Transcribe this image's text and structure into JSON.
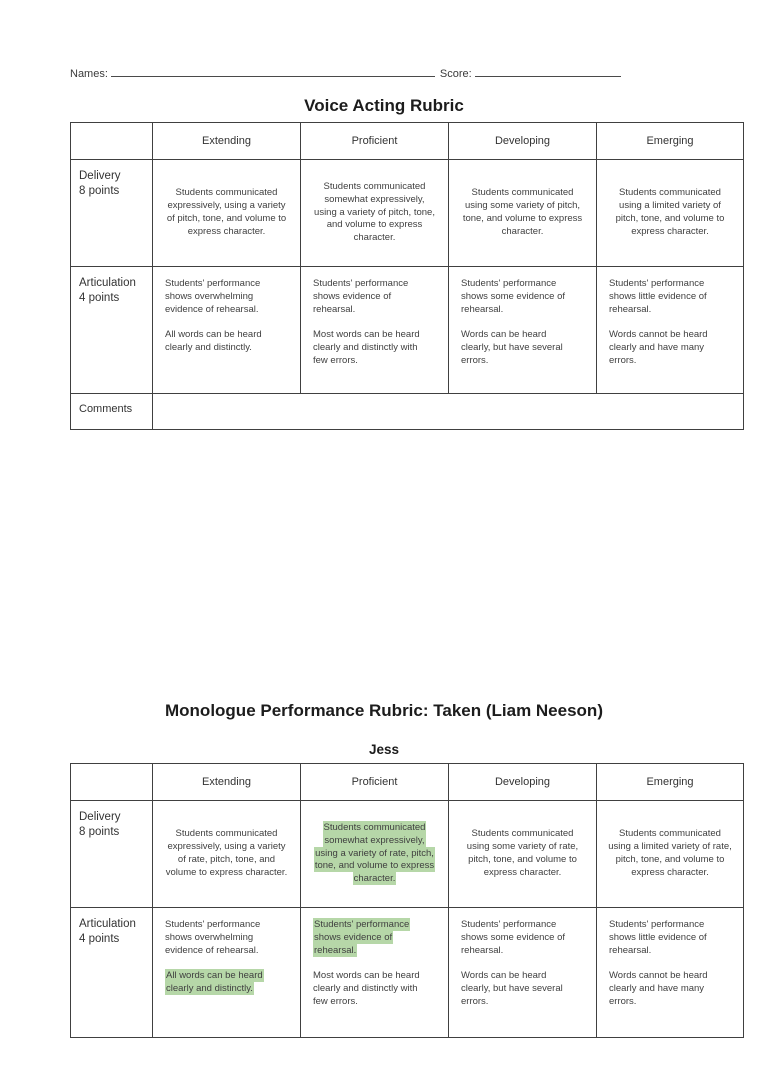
{
  "meta": {
    "names_label": "Names:",
    "score_label": "Score:"
  },
  "colors": {
    "highlight": "#b6d7a8",
    "border": "#404040",
    "text": "#3f3f3f"
  },
  "voice_rubric": {
    "title": "Voice Acting Rubric",
    "columns": [
      "Extending",
      "Proficient",
      "Developing",
      "Emerging"
    ],
    "delivery": {
      "label": "Delivery\n8 points",
      "cells": [
        [
          {
            "text": "Students communicated expressively, using a variety of pitch, tone, and volume to express character."
          }
        ],
        [
          {
            "text": "Students communicated somewhat expressively, using a variety of pitch, tone, and volume to express character."
          }
        ],
        [
          {
            "text": "Students communicated using some variety of pitch, tone, and volume to express character."
          }
        ],
        [
          {
            "text": "Students communicated using a limited variety of pitch, tone, and volume to express character."
          }
        ]
      ]
    },
    "articulation": {
      "label": "Articulation\n4 points",
      "cells": [
        [
          {
            "text": "Students' performance shows overwhelming evidence of rehearsal."
          },
          {
            "text": "All words can be heard clearly and distinctly."
          }
        ],
        [
          {
            "text": "Students' performance shows evidence of rehearsal."
          },
          {
            "text": "Most words can be heard clearly and distinctly with few errors."
          }
        ],
        [
          {
            "text": "Students' performance shows some evidence of rehearsal."
          },
          {
            "text": "Words can be heard clearly, but have several errors."
          }
        ],
        [
          {
            "text": "Students' performance shows little evidence of rehearsal."
          },
          {
            "text": "Words cannot be heard clearly and have many errors."
          }
        ]
      ]
    },
    "comments_label": "Comments"
  },
  "monologue_rubric": {
    "title": "Monologue Performance Rubric: Taken (Liam Neeson)",
    "subtitle": "Jess",
    "columns": [
      "Extending",
      "Proficient",
      "Developing",
      "Emerging"
    ],
    "delivery": {
      "label": "Delivery\n8 points",
      "cells": [
        [
          {
            "text": "Students communicated expressively, using a variety of rate, pitch, tone, and volume to express character."
          }
        ],
        [
          {
            "text": "Students communicated somewhat expressively, using a variety of rate, pitch, tone, and volume to express character.",
            "highlight": true
          }
        ],
        [
          {
            "text": "Students communicated using some variety of rate, pitch, tone, and volume to express character."
          }
        ],
        [
          {
            "text": "Students communicated using a limited variety of rate, pitch, tone, and volume to express character."
          }
        ]
      ]
    },
    "articulation": {
      "label": "Articulation\n4 points",
      "cells": [
        [
          {
            "text": "Students' performance shows overwhelming evidence of rehearsal."
          },
          {
            "text": "All words can be heard clearly and distinctly.",
            "highlight": true
          }
        ],
        [
          {
            "text": "Students' performance shows evidence of rehearsal.",
            "highlight": true
          },
          {
            "text": "Most words can be heard clearly and distinctly with few errors."
          }
        ],
        [
          {
            "text": "Students' performance shows some evidence of rehearsal."
          },
          {
            "text": "Words can be heard clearly, but have several errors."
          }
        ],
        [
          {
            "text": "Students' performance shows little evidence of rehearsal."
          },
          {
            "text": "Words cannot be heard clearly and have many errors."
          }
        ]
      ]
    }
  }
}
